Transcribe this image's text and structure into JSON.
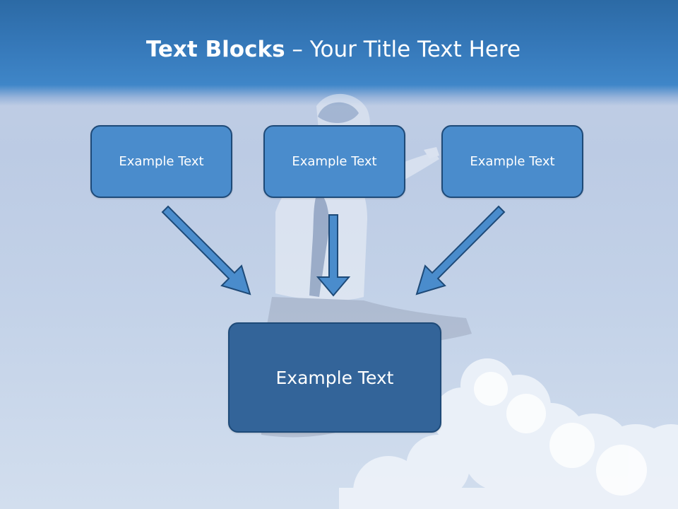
{
  "slide": {
    "title_bold": "Text Blocks",
    "title_dash": " – ",
    "title_rest": "Your Title Text Here"
  },
  "diagram": {
    "boxes": [
      {
        "label": "Example Text"
      },
      {
        "label": "Example Text"
      },
      {
        "label": "Example Text"
      }
    ],
    "main_box": {
      "label": "Example Text"
    }
  },
  "colors": {
    "header": "#3679ba",
    "box_fill": "#4a8ccc",
    "main_box_fill": "#336499",
    "box_border": "#1e4a78",
    "arrow_fill": "#4a8ccc"
  }
}
